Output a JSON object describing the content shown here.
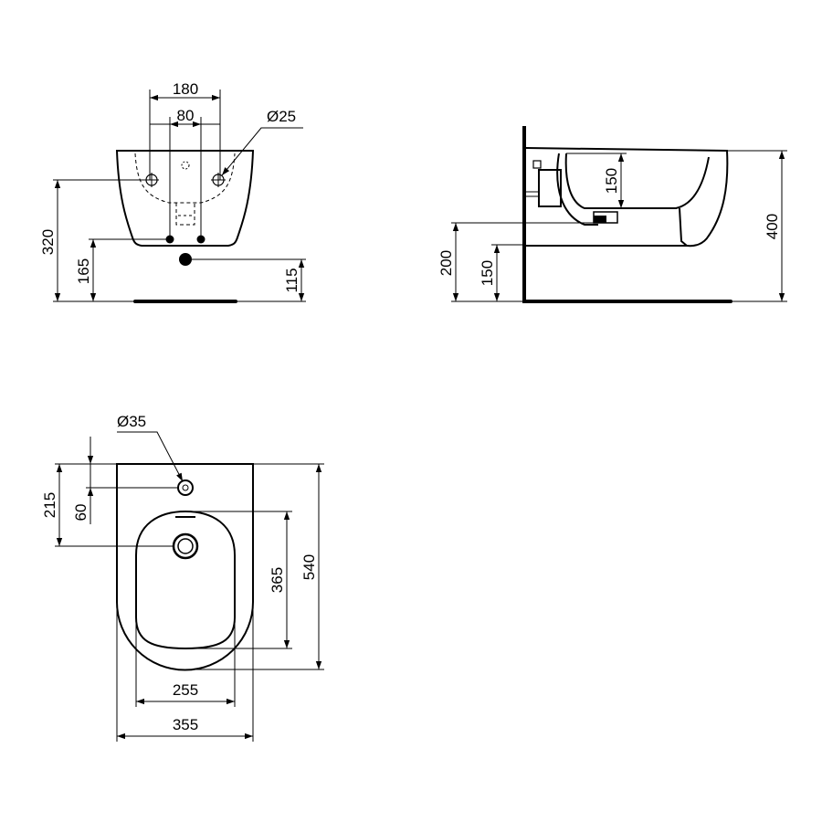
{
  "front_view": {
    "dim_width_outer": "180",
    "dim_width_inner": "80",
    "dim_hole_diameter": "Ø25",
    "dim_total_height": "320",
    "dim_waste_height": "165",
    "dim_floor_to_bottom": "115"
  },
  "side_view": {
    "dim_bowl_depth": "150",
    "dim_total_height": "400",
    "dim_outlet_height": "200",
    "dim_inlet_height": "150"
  },
  "top_view": {
    "dim_hole_diameter": "Ø35",
    "dim_hole_from_wall": "215",
    "dim_hole_offset": "60",
    "dim_bowl_length": "365",
    "dim_total_length": "540",
    "dim_bowl_width": "255",
    "dim_total_width": "355"
  },
  "colors": {
    "line": "#000000",
    "background": "#ffffff"
  }
}
